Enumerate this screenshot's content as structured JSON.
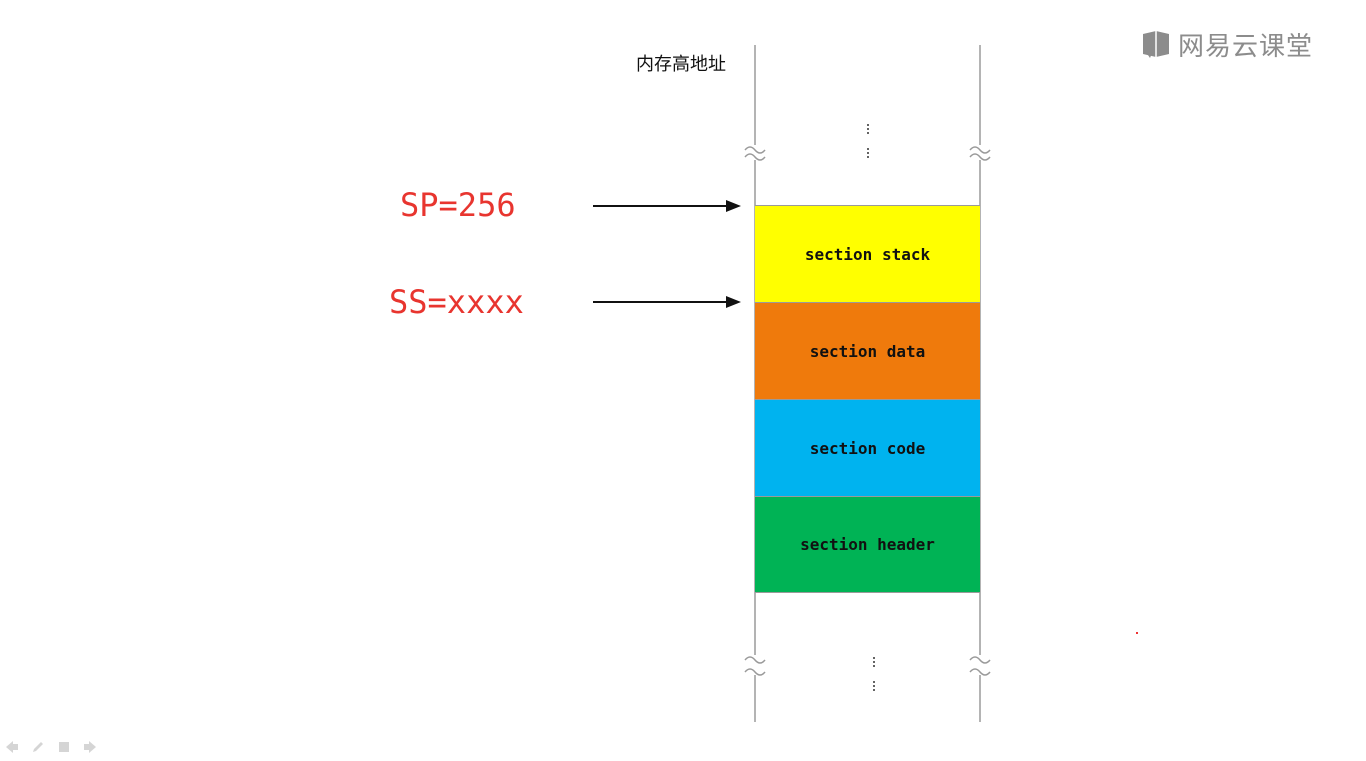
{
  "logo": {
    "text": "网易云课堂",
    "icon": "book-icon"
  },
  "diagram": {
    "high_address_label": "内存高地址",
    "segments": [
      {
        "label": "section stack",
        "color": "#ffff00"
      },
      {
        "label": "section data",
        "color": "#ef7a0c"
      },
      {
        "label": "section code",
        "color": "#00b3ef"
      },
      {
        "label": "section header",
        "color": "#00b355"
      }
    ],
    "registers": {
      "sp": "SP=256",
      "ss": "SS=xxxx"
    },
    "register_color": "#e8352f"
  },
  "player_controls": {
    "icons": [
      "prev-arrow-icon",
      "pen-icon",
      "stop-icon",
      "next-arrow-icon"
    ]
  }
}
